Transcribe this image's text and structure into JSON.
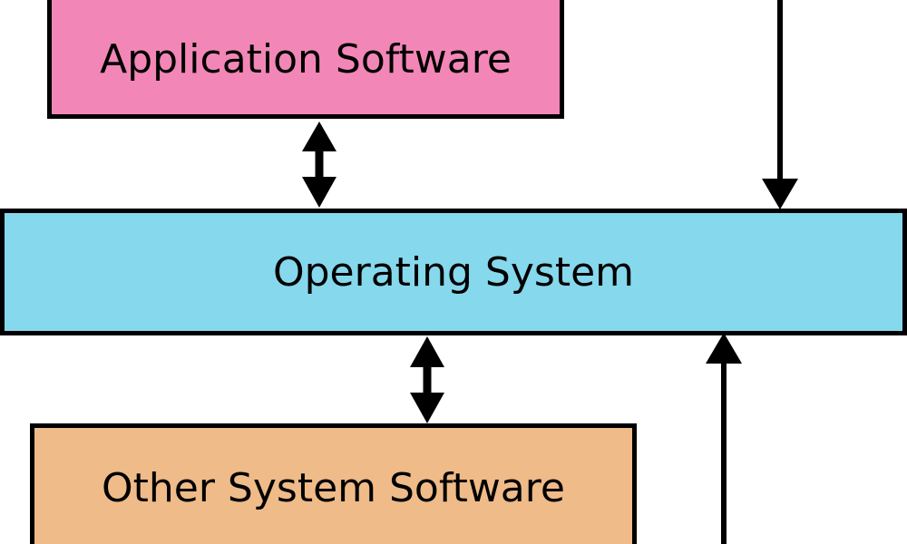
{
  "boxes": {
    "application_software": {
      "label": "Application Software",
      "fill": "#f287b7"
    },
    "operating_system": {
      "label": "Operating System",
      "fill": "#86d8ed"
    },
    "other_system_software": {
      "label": "Other System Software",
      "fill": "#efbb88"
    }
  },
  "connectors": [
    {
      "from": "application_software",
      "to": "operating_system",
      "direction": "bidirectional"
    },
    {
      "from": "operating_system",
      "to": "other_system_software",
      "direction": "bidirectional"
    },
    {
      "from": "off-page-top",
      "to": "operating_system",
      "direction": "one-way"
    },
    {
      "from": "off-page-bottom",
      "to": "operating_system",
      "direction": "one-way"
    }
  ],
  "colors": {
    "stroke": "#000000",
    "background": "#ffffff"
  }
}
